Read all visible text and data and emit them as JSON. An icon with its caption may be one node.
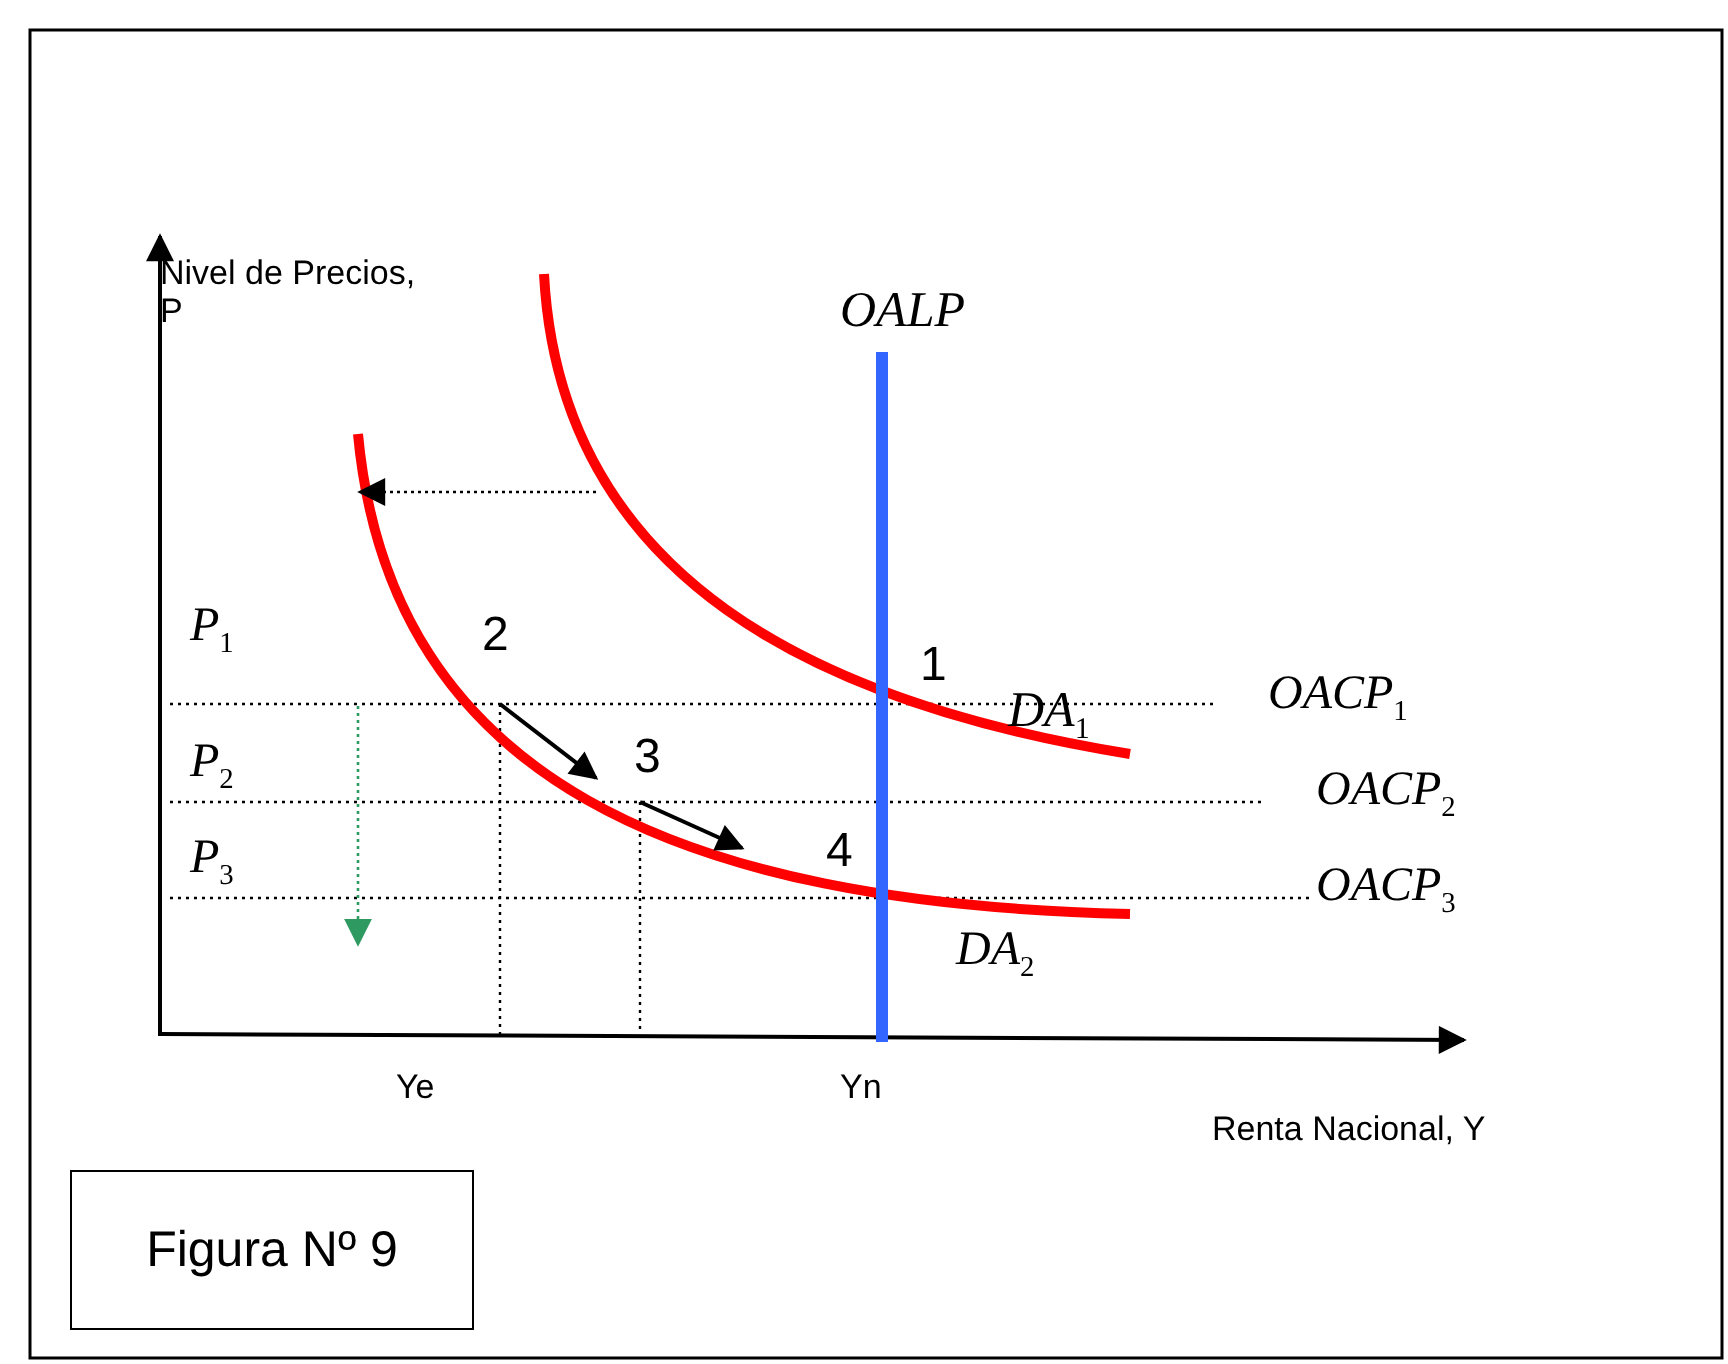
{
  "diagram": {
    "nodes": [
      {
        "text": [
          "Figura Nº 9"
        ]
      }
    ],
    "labels": [
      "Nivel de Precios, P",
      "OALP",
      "P$_{1}$",
      "2",
      "1",
      "DA$_{1}$",
      "OACP$_{1}$",
      "P$_{2}$",
      "3",
      "OACP$_{2}$",
      "P$_{3}$",
      "4",
      "OACP$_{3}$",
      "DA$_{2}$",
      "Ye",
      "Yn",
      "Renta Nacional, Y"
    ]
  }
}
